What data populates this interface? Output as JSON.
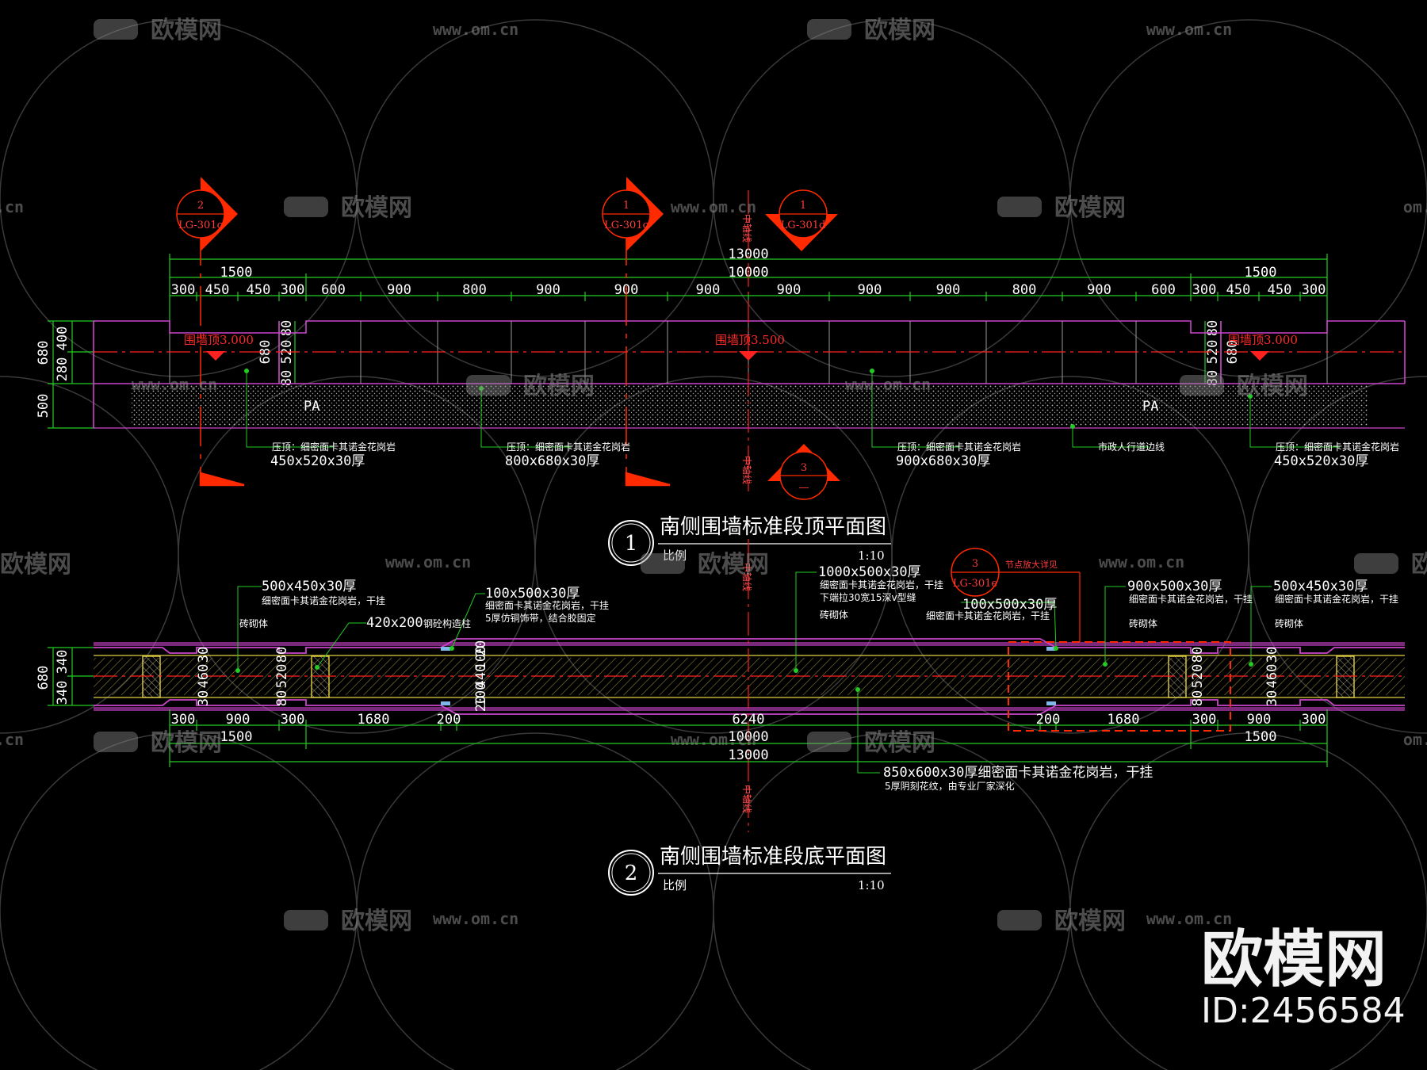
{
  "plan1": {
    "title": "南侧围墙标准段顶平面图",
    "scale_label": "比例",
    "scale_value": "1:10",
    "number": "1",
    "dims_total": "13000",
    "dims_mid": "10000",
    "dims_side_left": "1500",
    "dims_side_right": "1500",
    "dims_segments": [
      "300",
      "450",
      "450",
      "300",
      "600",
      "900",
      "800",
      "900",
      "900",
      "900",
      "900",
      "900",
      "900",
      "800",
      "900",
      "600",
      "300",
      "450",
      "450",
      "300"
    ],
    "left_dims": [
      "680",
      "400",
      "280",
      "500"
    ],
    "inner_dims": [
      "80",
      "520",
      "80",
      "680"
    ],
    "inner_dims_right": [
      "80",
      "520",
      "80",
      "680"
    ],
    "level_left": "围墙顶3.000",
    "level_mid": "围墙顶3.500",
    "level_right": "围墙顶3.000",
    "pa_left": "PA",
    "pa_right": "PA",
    "notes": [
      {
        "l1": "压顶：细密面卡其诺金花岗岩",
        "l2": "450x520x30厚"
      },
      {
        "l1": "压顶：细密面卡其诺金花岗岩",
        "l2": "800x680x30厚"
      },
      {
        "l1": "压顶：细密面卡其诺金花岗岩",
        "l2": "900x680x30厚"
      },
      {
        "l1": "市政人行道边线",
        "l2": ""
      },
      {
        "l1": "压顶：细密面卡其诺金花岗岩",
        "l2": "450x520x30厚"
      }
    ],
    "axis_label": "中轴线",
    "section_tags": [
      {
        "num": "2",
        "ref": "LG-301c"
      },
      {
        "num": "1",
        "ref": "LG-301c"
      },
      {
        "num": "1",
        "ref": "LG-301d"
      },
      {
        "num": "3",
        "ref": "—"
      }
    ]
  },
  "plan2": {
    "title": "南侧围墙标准段底平面图",
    "scale_label": "比例",
    "scale_value": "1:10",
    "number": "2",
    "dims_total": "13000",
    "dims_mid": "10000",
    "dims_side_left": "1500",
    "dims_side_right": "1500",
    "dims_segments": [
      "300",
      "900",
      "300",
      "1680",
      "200",
      "6240",
      "200",
      "1680",
      "300",
      "900",
      "300"
    ],
    "left_dims": [
      "680",
      "340",
      "340"
    ],
    "vert_dims_a": [
      "30",
      "460",
      "30"
    ],
    "vert_dims_b": [
      "80",
      "520",
      "80"
    ],
    "vert_dims_c": [
      "20",
      "100",
      "440",
      "100",
      "20"
    ],
    "notes": [
      {
        "l1": "500x450x30厚",
        "l2": "细密面卡其诺金花岗岩，干挂",
        "l3": "砖砌体"
      },
      {
        "l1": "420x200",
        "l2": "钢砼构造柱",
        "l3": ""
      },
      {
        "l1": "100x500x30厚",
        "l2": "细密面卡其诺金花岗岩，干挂",
        "l3": "5厚仿铜饰带，结合胶固定"
      },
      {
        "l1": "1000x500x30厚",
        "l2": "细密面卡其诺金花岗岩，干挂",
        "l3": "下端拉30宽15深v型缝",
        "l4": "砖砌体"
      },
      {
        "l1": "100x500x30厚",
        "l2": "细密面卡其诺金花岗岩，干挂",
        "l3": ""
      },
      {
        "l1": "900x500x30厚",
        "l2": "细密面卡其诺金花岗岩，干挂",
        "l3": "砖砌体"
      },
      {
        "l1": "500x450x30厚",
        "l2": "细密面卡其诺金花岗岩，干挂",
        "l3": "砖砌体"
      },
      {
        "l1": "850x600x30厚细密面卡其诺金花岗岩，干挂",
        "l2": "5厚阴刻花纹，由专业厂家深化",
        "l3": ""
      }
    ],
    "detail_tag": {
      "num": "3",
      "ref": "LG-301e",
      "label": "节点放大详见"
    },
    "axis_label": "中轴线"
  },
  "watermarks": {
    "brand": "欧模网",
    "url": "www.om.cn",
    "url_short": "om.cn",
    "big_brand": "欧模网",
    "id_text": "ID:2456584"
  },
  "colors": {
    "background": "#000000",
    "dimension": "#22cc22",
    "wall": "#cc44cc",
    "axis": "#ff2020",
    "section_tag": "#ff2a00",
    "text": "#ffffff",
    "hatch": "#d4c45a",
    "yellow": "#e0d040"
  }
}
